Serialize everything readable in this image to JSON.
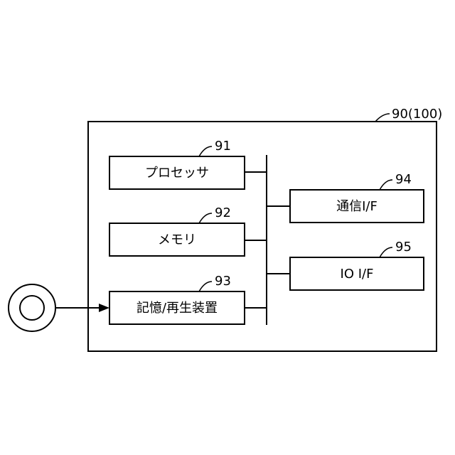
{
  "outer": {
    "ref": "90(100)"
  },
  "boxes": [
    {
      "ref": "91",
      "label": "プロセッサ"
    },
    {
      "ref": "92",
      "label": "メモリ"
    },
    {
      "ref": "93",
      "label": "記憶/再生装置"
    },
    {
      "ref": "94",
      "label": "通信I/F"
    },
    {
      "ref": "95",
      "label": "IO I/F"
    }
  ]
}
